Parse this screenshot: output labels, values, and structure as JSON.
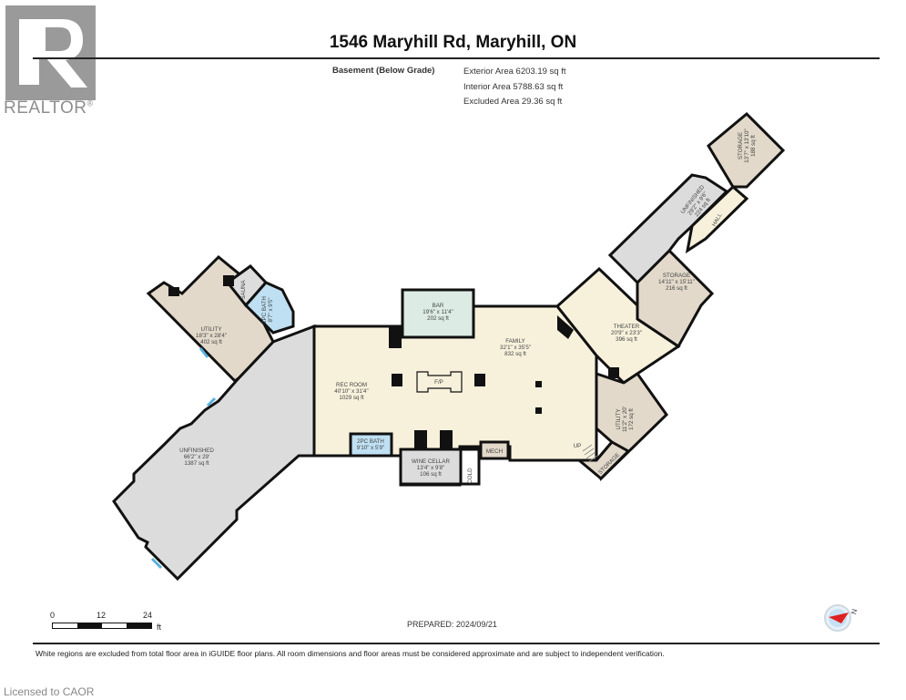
{
  "logo": {
    "text": "REALTOR",
    "mark": "®",
    "icon": "realtor-r-logo-icon"
  },
  "header": {
    "title": "1546 Maryhill Rd, Maryhill, ON",
    "level": "Basement (Below Grade)",
    "areas": {
      "exterior": "Exterior Area 6203.19 sq ft",
      "interior": "Interior Area 5788.63 sq ft",
      "excluded": "Excluded Area 29.36 sq ft"
    }
  },
  "colors": {
    "finished_room": "#f7f1dc",
    "utility_storage": "#e2d9ca",
    "unfinished": "#dcdcdc",
    "bathroom": "#bfe0f2",
    "bar": "#dcebe4",
    "wall": "#111111",
    "window": "#5ab0dc"
  },
  "rooms": [
    {
      "name": "UTILITY",
      "dims": "18'3\" x 28'4\"",
      "area": "402 sq ft"
    },
    {
      "name": "SAUNA",
      "dims": "",
      "area": ""
    },
    {
      "name": "1PC BATH",
      "dims": "8'7\" x 9'5\"",
      "area": ""
    },
    {
      "name": "UNFINISHED",
      "dims": "66'2\" x 29'",
      "area": "1387 sq ft"
    },
    {
      "name": "REC ROOM",
      "dims": "40'10\" x 31'4\"",
      "area": "1029 sq ft"
    },
    {
      "name": "BAR",
      "dims": "19'6\" x 11'4\"",
      "area": "202 sq ft"
    },
    {
      "name": "FAMILY",
      "dims": "32'1\" x 35'5\"",
      "area": "832 sq ft"
    },
    {
      "name": "2PC BATH",
      "dims": "9'10\" x 5'9\"",
      "area": ""
    },
    {
      "name": "WINE CELLAR",
      "dims": "13'4\" x 9'8\"",
      "area": "106 sq ft"
    },
    {
      "name": "COLD",
      "dims": "",
      "area": ""
    },
    {
      "name": "MECH",
      "dims": "",
      "area": ""
    },
    {
      "name": "F/P",
      "dims": "",
      "area": ""
    },
    {
      "name": "THEATER",
      "dims": "20'9\" x 23'3\"",
      "area": "396 sq ft"
    },
    {
      "name": "STORAGE",
      "dims": "14'11\" x 15'11\"",
      "area": "216 sq ft"
    },
    {
      "name": "UNFINISHED",
      "dims": "29'2\" x 9'6\"",
      "area": "224 sq ft"
    },
    {
      "name": "STORAGE",
      "dims": "13'7\" x 13'10\"",
      "area": "188 sq ft"
    },
    {
      "name": "HALL",
      "dims": "",
      "area": ""
    },
    {
      "name": "UTILITY",
      "dims": "11'2\" x 20'",
      "area": "172 sq ft"
    },
    {
      "name": "STORAGE",
      "dims": "",
      "area": ""
    },
    {
      "name": "UP",
      "dims": "",
      "area": ""
    }
  ],
  "scale": {
    "labels": [
      "0",
      "12",
      "24"
    ],
    "unit": "ft"
  },
  "prepared": "PREPARED: 2024/09/21",
  "compass": {
    "icon": "north-compass-icon",
    "label": "N"
  },
  "footer": {
    "disclaimer": "White regions are excluded from total floor area in iGUIDE floor plans. All room dimensions and floor areas must be considered approximate and are subject to independent verification.",
    "licensed": "Licensed to CAOR"
  }
}
